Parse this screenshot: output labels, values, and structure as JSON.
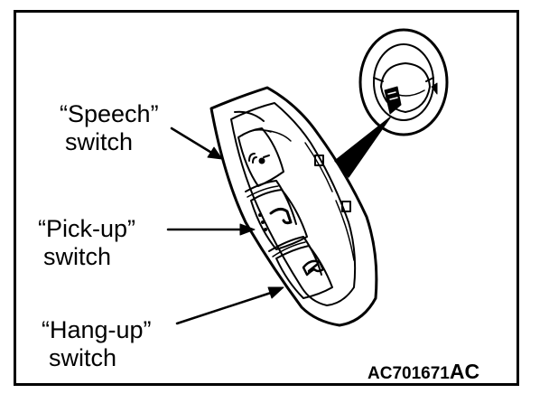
{
  "labels": {
    "speech": {
      "line1": "“Speech”",
      "line2": "switch"
    },
    "pickup": {
      "line1": "“Pick-up”",
      "line2": "switch"
    },
    "hangup": {
      "line1": "“Hang-up”",
      "line2": "switch"
    }
  },
  "figure_code": {
    "main": "AC701671",
    "suffix": "AC"
  },
  "colors": {
    "ink": "#000000",
    "paper": "#ffffff"
  },
  "icons": [
    "speech-icon",
    "pickup-phone-icon",
    "hangup-phone-icon"
  ]
}
